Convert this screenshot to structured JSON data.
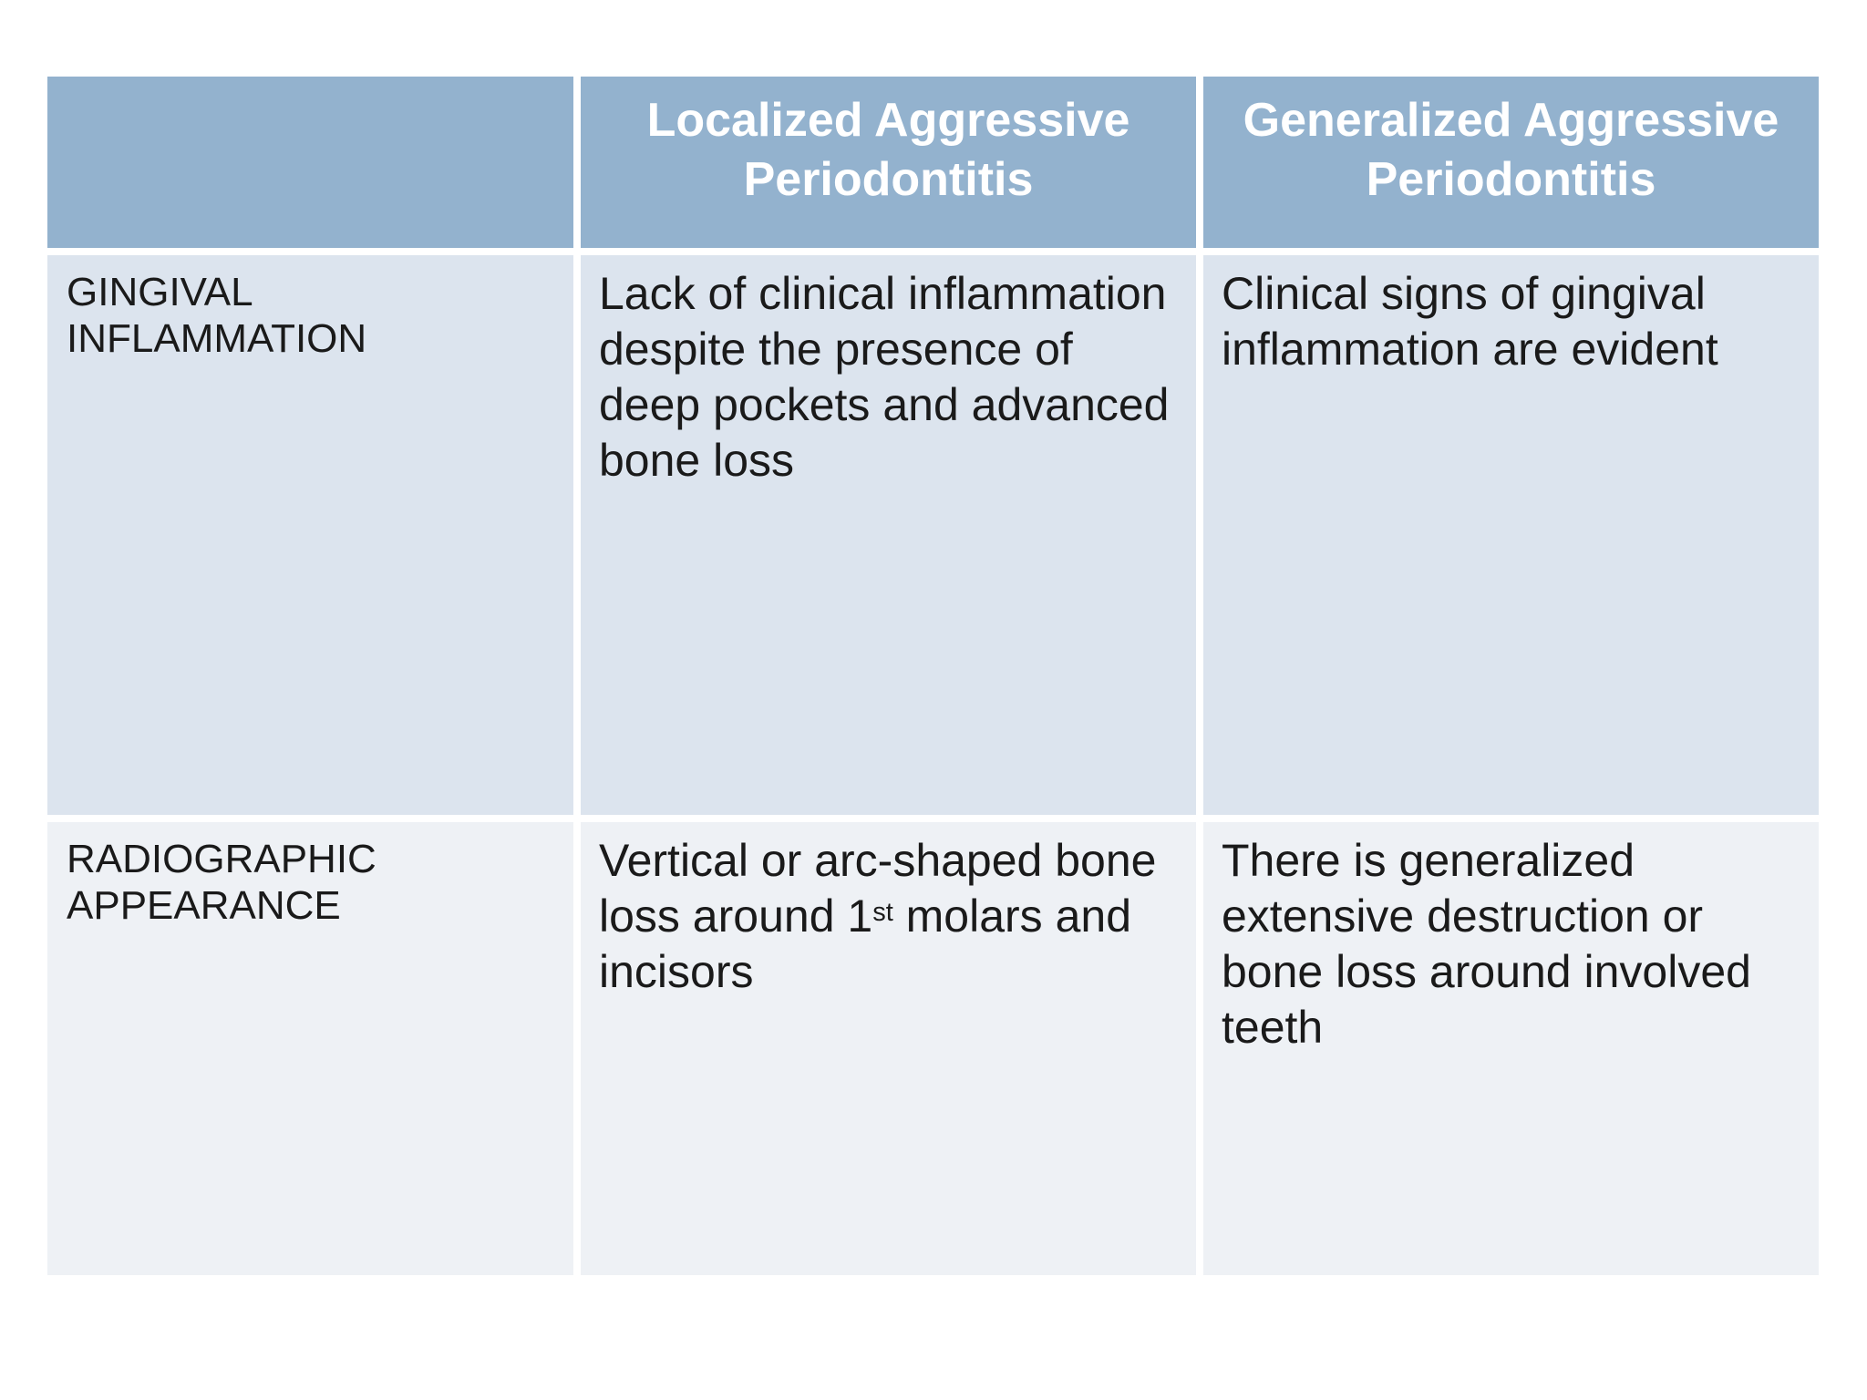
{
  "table": {
    "columns": [
      {
        "title": ""
      },
      {
        "title": "Localized Aggressive Periodontitis"
      },
      {
        "title": "Generalized Aggressive Periodontitis"
      }
    ],
    "rows": [
      {
        "header": "GINGIVAL INFLAMMATION",
        "localized": "Lack of clinical inflammation despite the presence of deep pockets and advanced bone loss",
        "generalized": "Clinical signs of gingival inflammation are evident"
      },
      {
        "header": "RADIOGRAPHIC APPEARANCE",
        "localized_before_sup": "Vertical or arc-shaped bone loss around 1",
        "localized_sup": "st",
        "localized_after_sup": " molars and incisors",
        "generalized": "There is generalized extensive destruction or bone loss around involved teeth"
      }
    ],
    "colors": {
      "header_bg": "#93B2CE",
      "header_text": "#FFFFFF",
      "row1_bg": "#DCE4EE",
      "row2_bg": "#EEF1F5",
      "body_text": "#1A1A1A",
      "cell_divider": "#FFFFFF",
      "page_background": "#FFFFFF"
    }
  }
}
